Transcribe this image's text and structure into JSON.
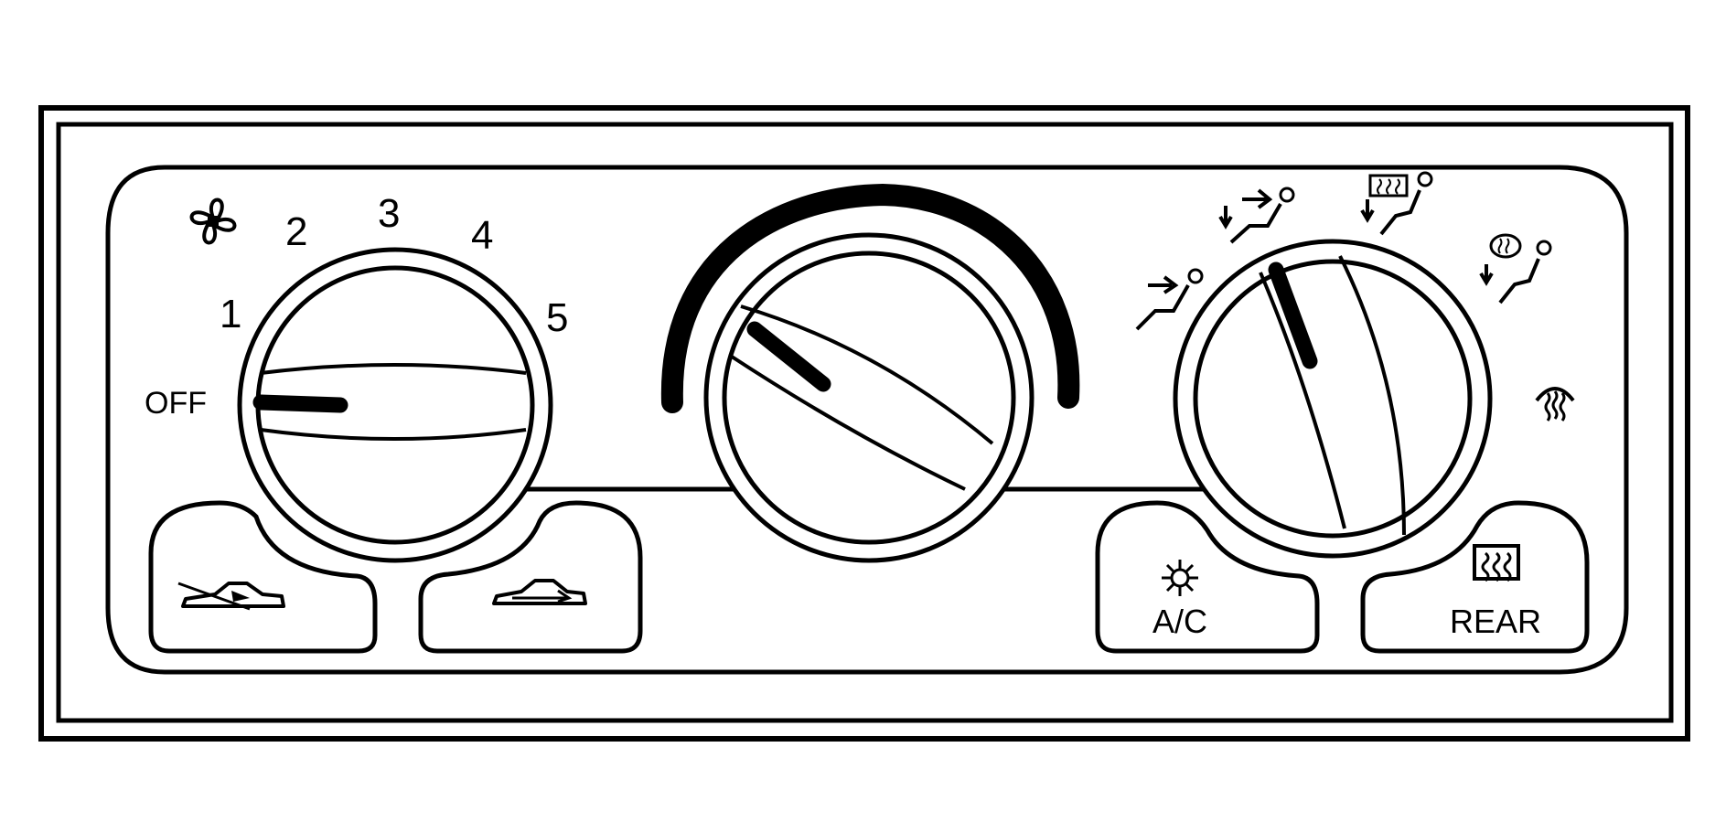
{
  "fan_control": {
    "icon": "fan-icon",
    "labels": [
      "OFF",
      "1",
      "2",
      "3",
      "4",
      "5"
    ],
    "selected": "OFF"
  },
  "temperature_control": {
    "scale_icon": "temperature-arc"
  },
  "mode_control": {
    "modes": [
      "vent-icon",
      "bi-level-icon",
      "floor-icon",
      "defog-icon",
      "defrost-icon"
    ],
    "selected": "bi-level-icon"
  },
  "buttons": {
    "recirculation": {
      "icon": "recirculation-icon"
    },
    "outside_air": {
      "icon": "outside-air-icon"
    },
    "ac": {
      "icon": "snowflake-icon",
      "label": "A/C"
    },
    "rear_defrost": {
      "icon": "rear-defrost-icon",
      "label": "REAR"
    }
  },
  "colors": {
    "ink": "#000000",
    "background": "#ffffff"
  }
}
